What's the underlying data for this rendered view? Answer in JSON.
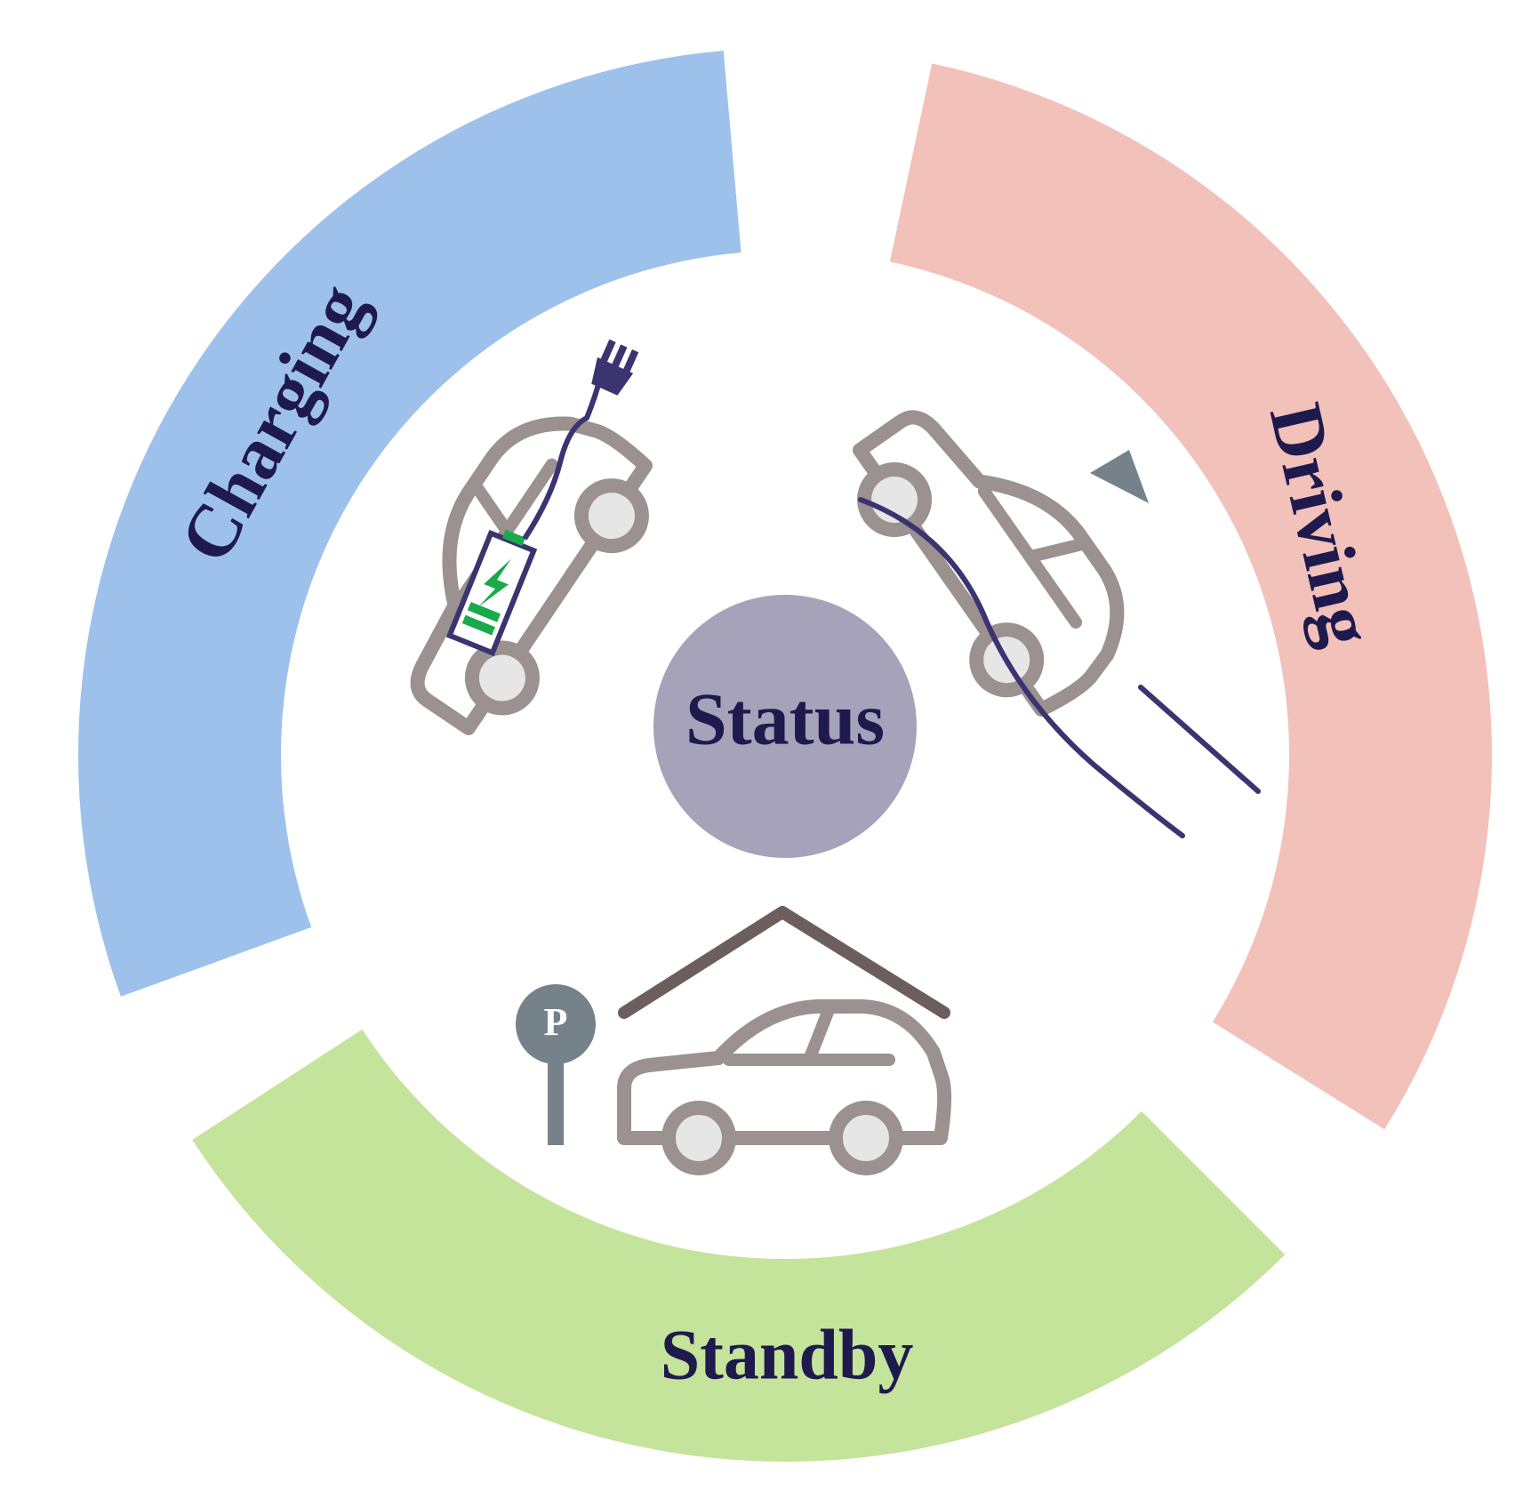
{
  "center": {
    "label": "Status",
    "color": "#a6a2ba"
  },
  "segments": [
    {
      "id": "charging",
      "label": "Charging",
      "color": "#9ec1ec",
      "icon": "charging-car-icon"
    },
    {
      "id": "driving",
      "label": "Driving",
      "color": "#f2c1b9",
      "icon": "driving-car-icon"
    },
    {
      "id": "standby",
      "label": "Standby",
      "color": "#c4e39b",
      "icon": "parked-car-icon"
    }
  ],
  "parking_sign": {
    "label": "P"
  },
  "colors": {
    "car_outline": "#9b918f",
    "wheel_fill": "#e6e6e6",
    "cable": "#3a3470",
    "battery": "#1aaa4a",
    "flag": "#76828a",
    "roof": "#6b5e5c",
    "sign": "#76828a"
  }
}
